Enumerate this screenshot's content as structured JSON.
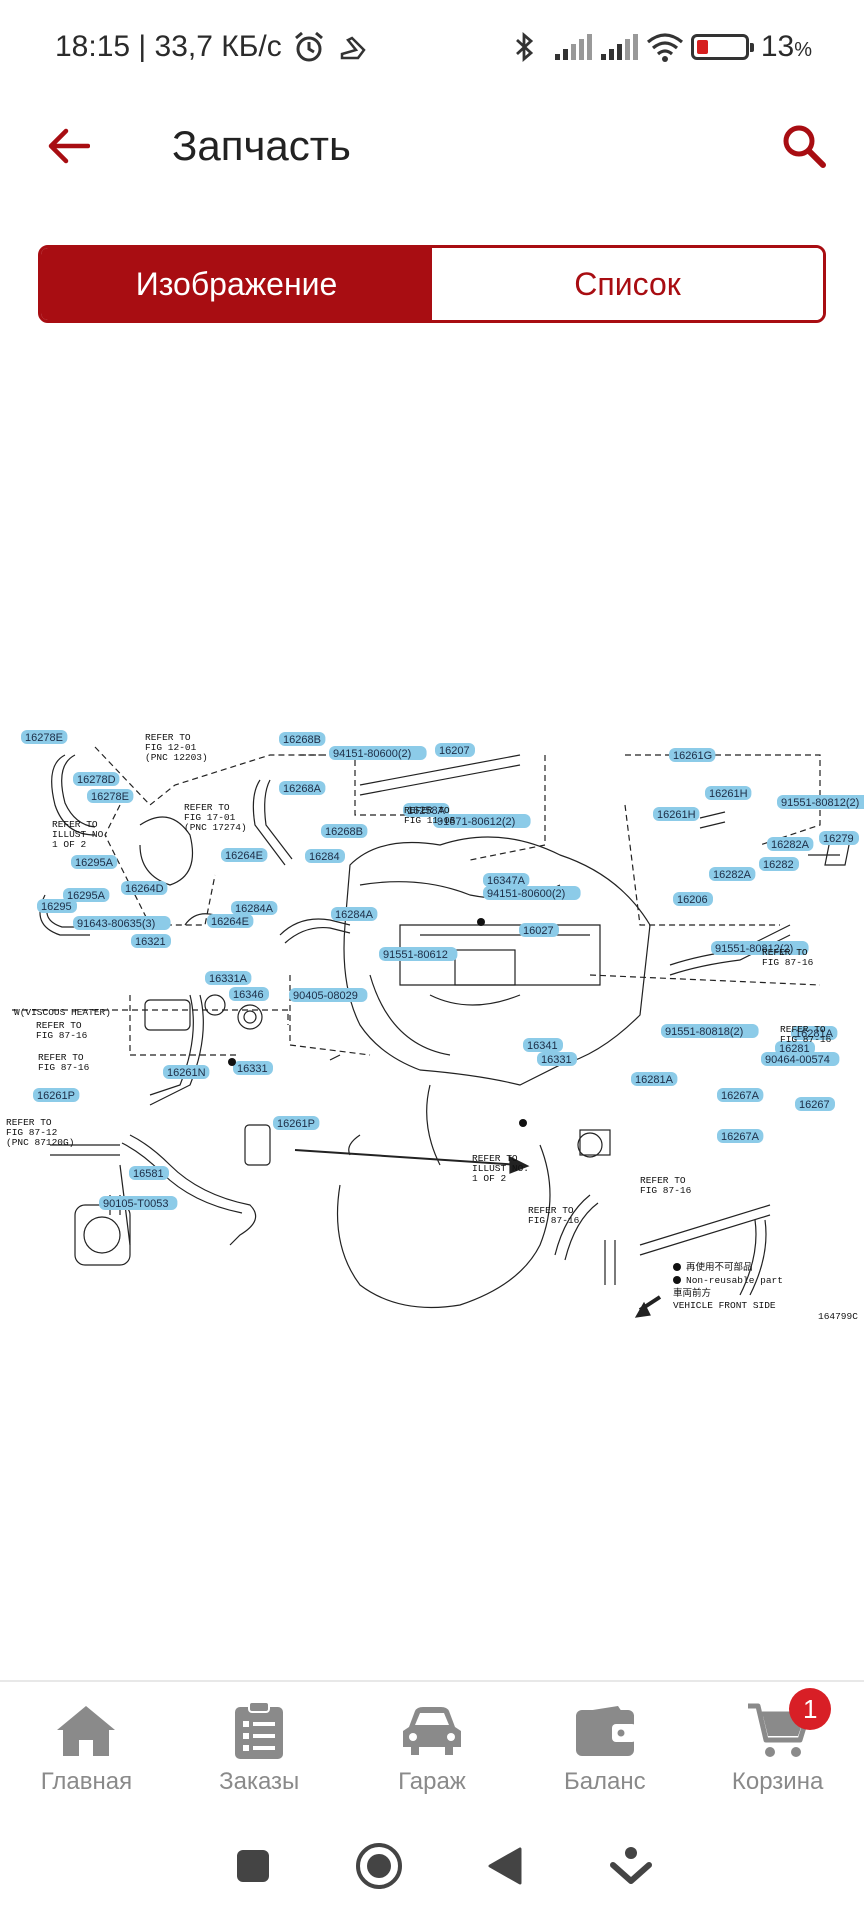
{
  "status_bar": {
    "time_speed": "18:15 | 33,7 КБ/с",
    "battery_percent_text": "13",
    "battery_percent_unit": "%",
    "battery_level": 0.13,
    "icons": [
      "alarm-icon",
      "app-notification-icon",
      "bluetooth-icon",
      "signal-icon",
      "signal-icon",
      "wifi-icon",
      "battery-icon"
    ]
  },
  "app_bar": {
    "title": "Запчасть"
  },
  "tabs": {
    "image_label": "Изображение",
    "list_label": "Список"
  },
  "diagram": {
    "parts": [
      "16278E",
      "16278D",
      "16278E",
      "16295A",
      "16295A",
      "16295",
      "16268B",
      "16268A",
      "16268B",
      "94151-80600(2)",
      "16207",
      "16258A",
      "91671-80612(2)",
      "16264E",
      "16284",
      "16264D",
      "16284A",
      "16264E",
      "16284A",
      "16347A",
      "94151-80600(2)",
      "16027",
      "91551-80612",
      "16321",
      "16331A",
      "16346",
      "90405-08029",
      "91643-80635(3)",
      "16261G",
      "16261H",
      "16261H",
      "91551-80812(2)",
      "16282A",
      "16279",
      "16282",
      "16282A",
      "16206",
      "91551-80812(2)",
      "16341",
      "16331",
      "91551-80818(2)",
      "16281A",
      "16281",
      "90464-00574",
      "16281A",
      "16267A",
      "16267",
      "16267A",
      "16331",
      "16261N",
      "16261P",
      "16261P",
      "16581",
      "90105-T0053"
    ],
    "refs": [
      "REFER TO FIG 12-01 (PNC 12203)",
      "REFER TO FIG 17-01 (PNC 17274)",
      "REFER TO FIG 11-05",
      "REFER TO ILLUST NO. 1 OF 2",
      "W(VISCOUS HEATER)",
      "REFER TO FIG 87-16",
      "REFER TO FIG 87-16",
      "REFER TO FIG 87-12 (PNC 87120G)",
      "REFER TO FIG 87-16",
      "REFER TO FIG 87-16",
      "REFER TO ILLUST NO. 1 OF 2",
      "REFER TO FIG 87-16",
      "REFER TO FIG 87-16"
    ],
    "legend_cn": "再使用不可部品",
    "legend_en": "Non-reusable part",
    "front_cn": "車両前方",
    "front_en": "VEHICLE FRONT SIDE",
    "code": "164799C"
  },
  "bottom_nav": {
    "home": "Главная",
    "orders": "Заказы",
    "garage": "Гараж",
    "balance": "Баланс",
    "cart": "Корзина",
    "cart_badge": "1"
  }
}
